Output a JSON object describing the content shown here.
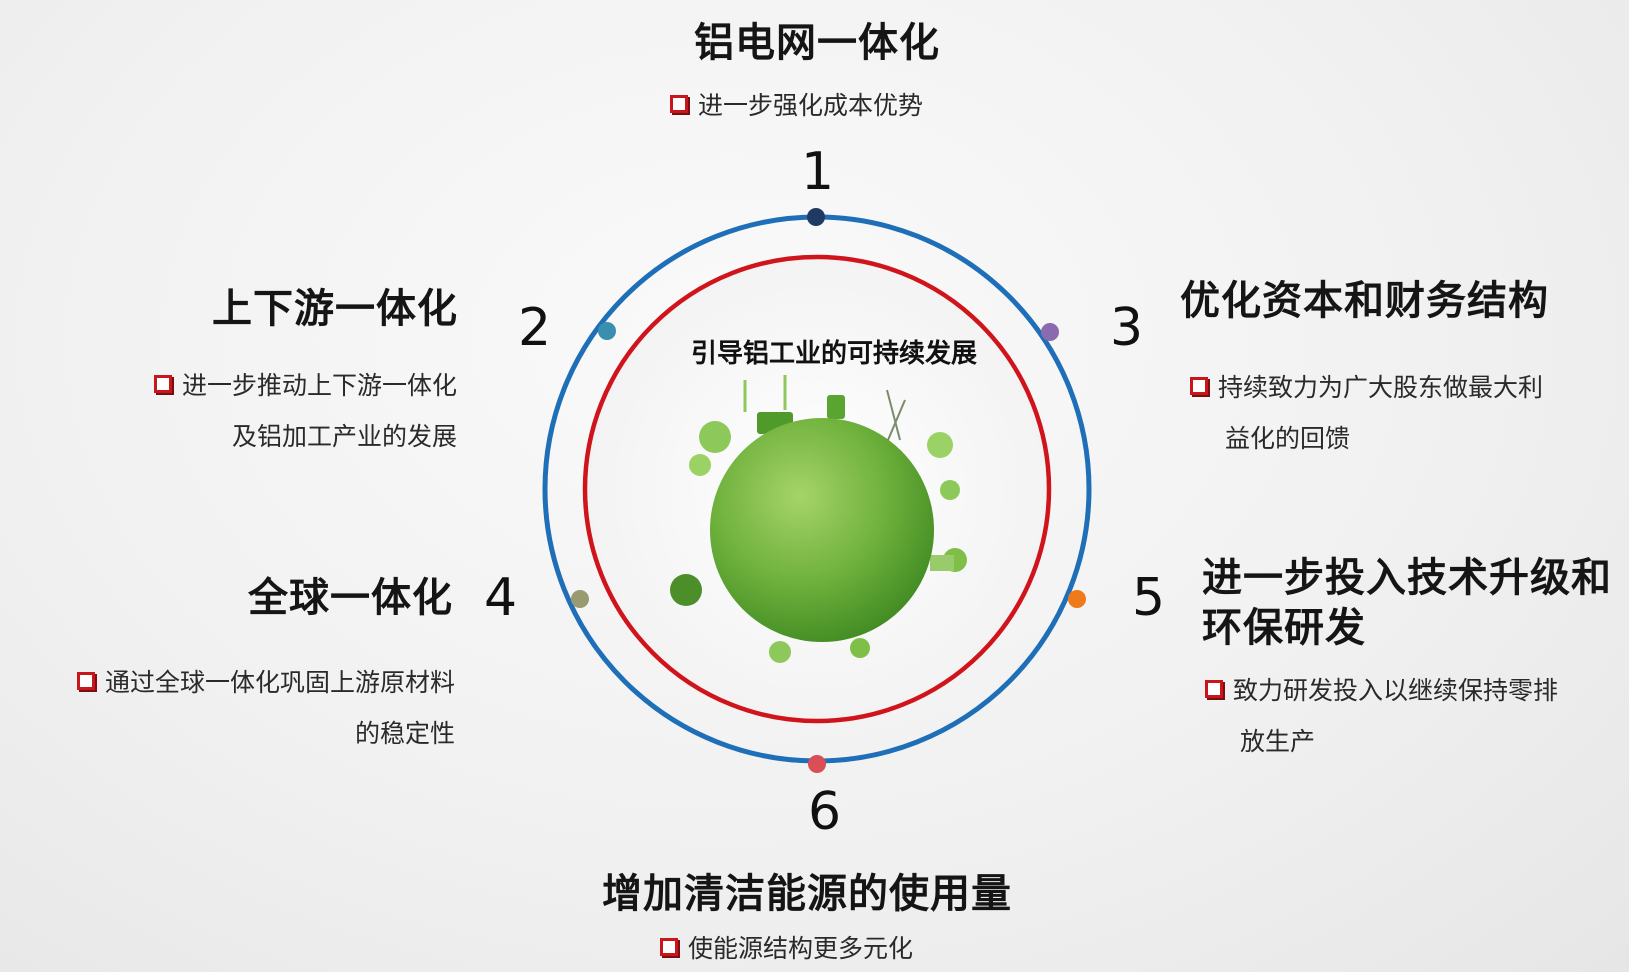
{
  "center": {
    "caption": "引导铝工业的可持续发展"
  },
  "items": [
    {
      "number": "1",
      "title": "铝电网一体化",
      "bullet_lines": [
        "进一步强化成本优势"
      ],
      "dot_color": "#1f3a63"
    },
    {
      "number": "2",
      "title": "上下游一体化",
      "bullet_lines": [
        "进一步推动上下游一体化",
        "及铝加工产业的发展"
      ],
      "dot_color": "#3a8eb0"
    },
    {
      "number": "3",
      "title": "优化资本和财务结构",
      "bullet_lines": [
        "持续致力为广大股东做最大利",
        "益化的回馈"
      ],
      "dot_color": "#8a6bb0"
    },
    {
      "number": "4",
      "title": "全球一体化",
      "bullet_lines": [
        "通过全球一体化巩固上游原材料",
        "的稳定性"
      ],
      "dot_color": "#9a9a70"
    },
    {
      "number": "5",
      "title_lines": [
        "进一步投入技术升级和",
        "环保研发"
      ],
      "bullet_lines": [
        "致力研发投入以继续保持零排",
        "放生产"
      ],
      "dot_color": "#ee7a1a"
    },
    {
      "number": "6",
      "title": "增加清洁能源的使用量",
      "bullet_lines": [
        "使能源结构更多元化"
      ],
      "dot_color": "#d94f55"
    }
  ],
  "colors": {
    "outer_ring": "#1e6fb8",
    "inner_ring": "#d0141c",
    "globe": "#6fb13c",
    "bullet_box": "#c8161d"
  }
}
